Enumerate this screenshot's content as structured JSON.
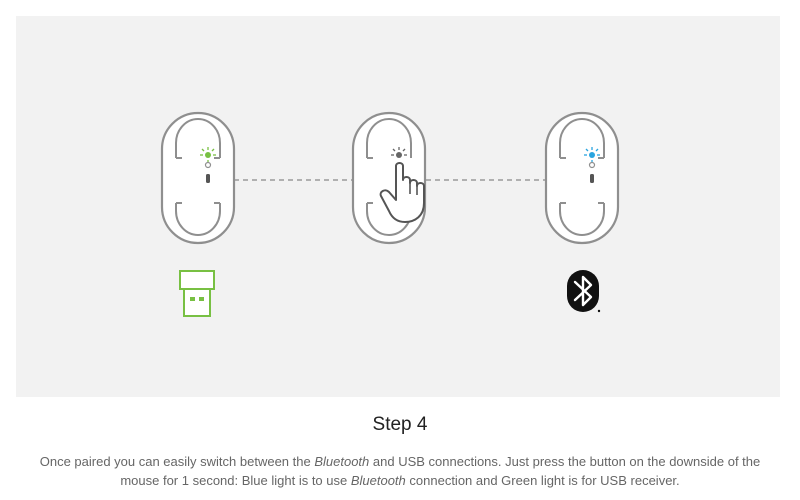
{
  "step": {
    "title": "Step 4"
  },
  "description": {
    "part1": "Once paired you can easily switch between the ",
    "bluetooth_1": "Bluetooth",
    "part2": " and USB connections. Just press the button on the downside of the mouse for 1 second: Blue light is to use ",
    "bluetooth_2": "Bluetooth",
    "part3": " connection and Green light is for USB receiver."
  },
  "illustration": {
    "mice": [
      {
        "position": "left",
        "light": "green",
        "connection_icon": "usb-receiver-icon"
      },
      {
        "position": "center",
        "light": "grey",
        "connection_icon": "none",
        "hand": "pointing-hand-icon"
      },
      {
        "position": "right",
        "light": "blue",
        "connection_icon": "bluetooth-icon"
      }
    ],
    "colors": {
      "outline": "#8f8f8f",
      "dashed_line": "#9a9a9a",
      "green": "#78c043",
      "blue": "#2aa5e0",
      "grey_light": "#666666",
      "background": "#f2f2f2"
    }
  }
}
